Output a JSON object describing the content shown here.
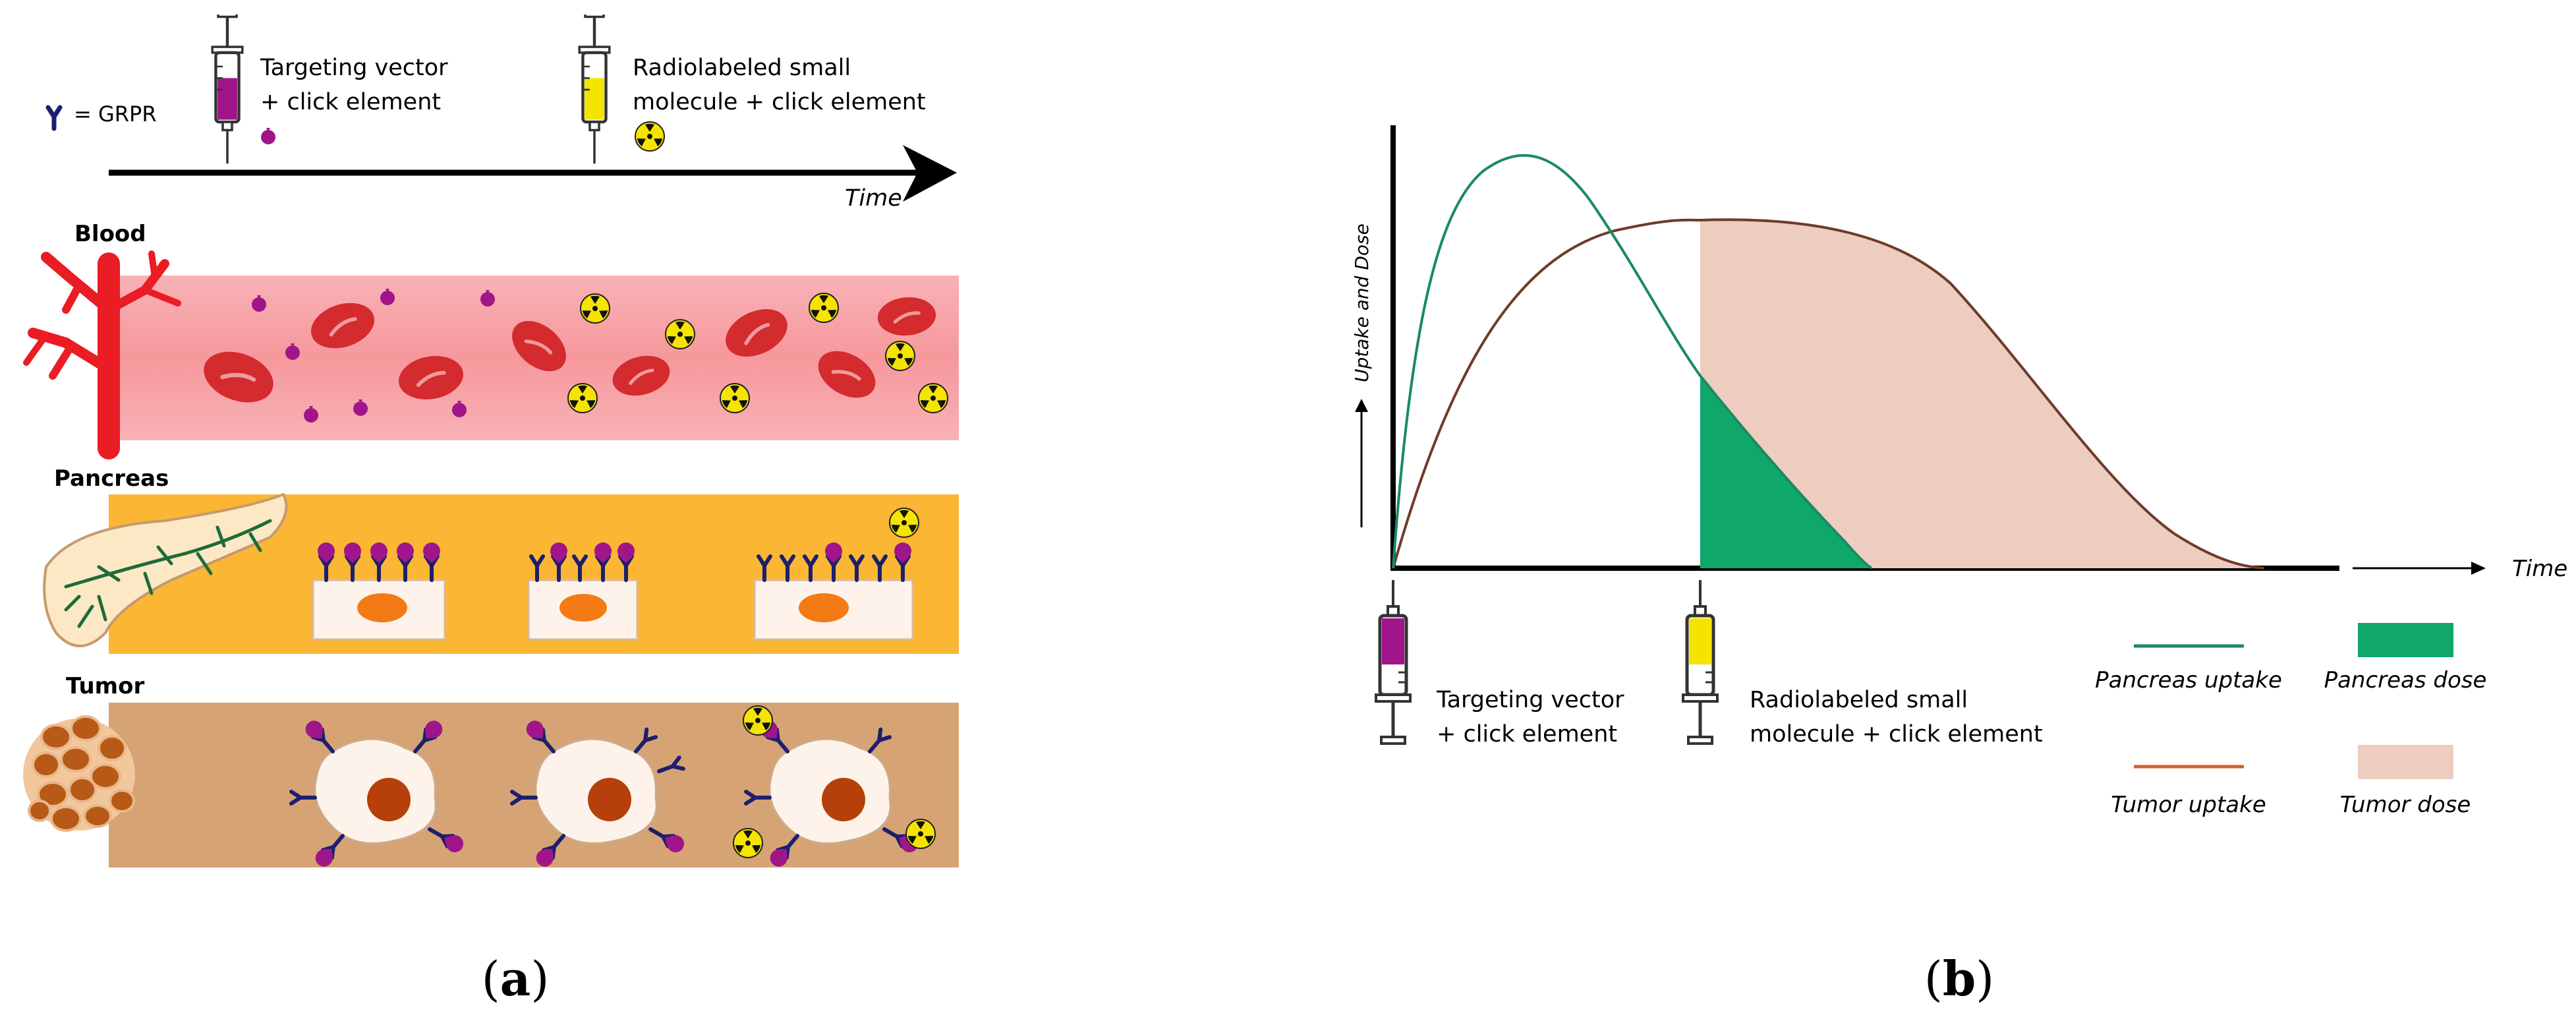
{
  "panel_a": {
    "letter": "a",
    "legend_receptor": "= GRPR",
    "injection_1": {
      "line1": "Targeting vector",
      "line2": "+ click element"
    },
    "injection_2": {
      "line1": "Radiolabeled small",
      "line2": "molecule + click element"
    },
    "axis_label": "Time",
    "compartments": {
      "blood": "Blood",
      "pancreas": "Pancreas",
      "tumor": "Tumor"
    }
  },
  "panel_b": {
    "letter": "b",
    "y_label": "Uptake and Dose",
    "x_label": "Time",
    "injection_1": {
      "line1": "Targeting vector",
      "line2": "+ click element"
    },
    "injection_2": {
      "line1": "Radiolabeled small",
      "line2": "molecule + click element"
    },
    "legend": {
      "pancreas_uptake": "Pancreas uptake",
      "pancreas_dose": "Pancreas dose",
      "tumor_uptake": "Tumor uptake",
      "tumor_dose": "Tumor dose"
    }
  },
  "colors": {
    "pancreas_curve": "#1a8a62",
    "tumor_curve": "#6e3b2a",
    "pancreas_dose": "#10a86a",
    "tumor_dose": "#edcdbf",
    "tumor_legend_line": "#d4602e",
    "blood_band": "#f6a0a4",
    "pancreas_band": "#fbb634",
    "tumor_band": "#d6a374",
    "rbc": "#d42b2e",
    "vector_purple": "#a0158a",
    "receptor_navy": "#1b1f6e",
    "radio_yellow": "#f5e400"
  },
  "icons": [
    "syringe-icon",
    "radiation-icon",
    "receptor-icon",
    "red-blood-cell-icon",
    "cell-nucleus-icon"
  ]
}
